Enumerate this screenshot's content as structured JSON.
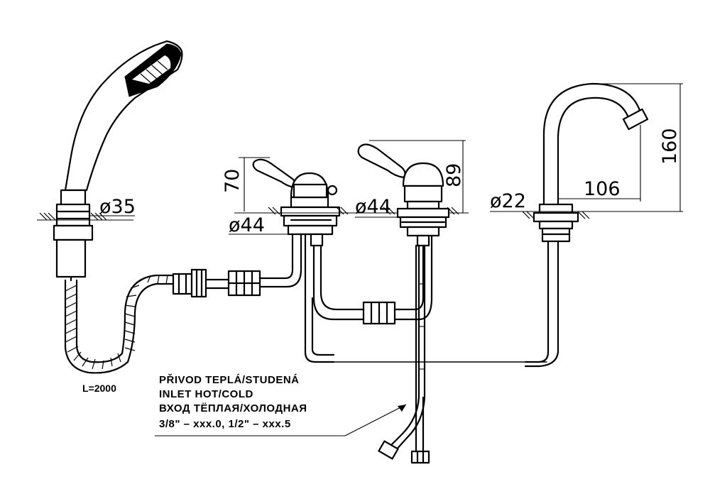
{
  "dimensions": {
    "shower_base_diameter": "ø35",
    "left_valve_height": "70",
    "left_valve_base": "ø44",
    "right_valve_height": "89",
    "right_valve_base": "ø44",
    "spout_base_diameter": "ø22",
    "spout_reach": "106",
    "spout_height": "160"
  },
  "hose_length": "L=2000",
  "note": {
    "line_cz": "PŘIVOD TEPLÁ/STUDENÁ",
    "line_en": "INLET HOT/COLD",
    "line_ru": "ВХОД ТЁПЛАЯ/ХОЛОДНАЯ",
    "line_sizes": "3/8\" – xxx.0, 1/2\" – xxx.5"
  }
}
